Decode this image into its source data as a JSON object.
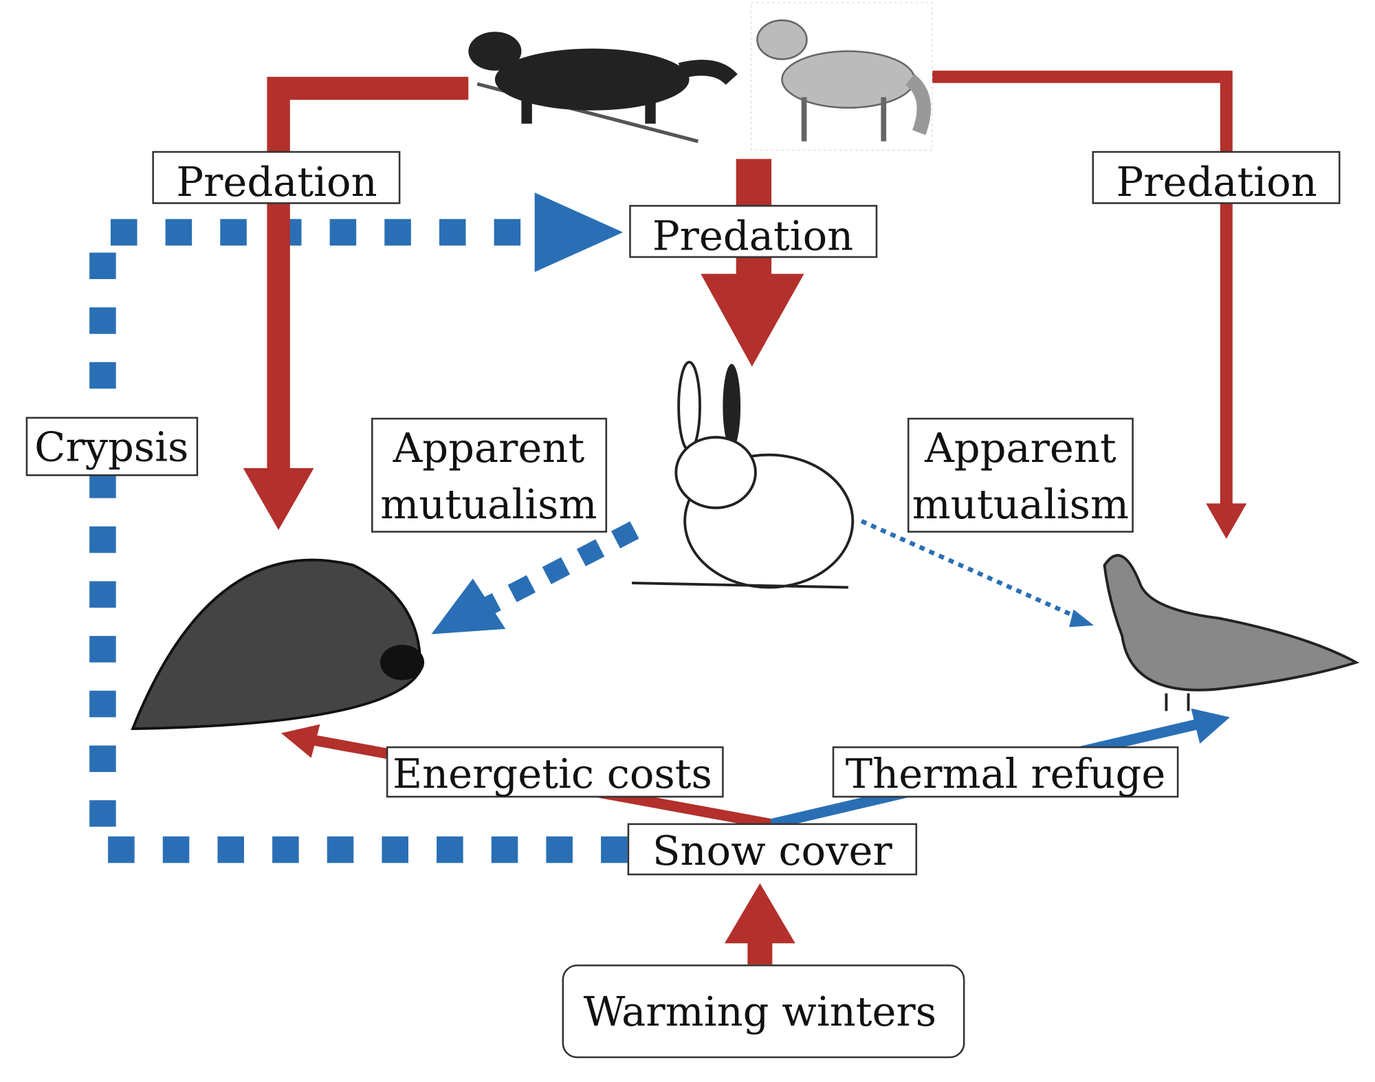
{
  "colors": {
    "negative": "#b3302c",
    "positive": "#2a6fb5"
  },
  "animals": [
    "fisher",
    "coyote",
    "snowshoe-hare",
    "porcupine",
    "ruffed-grouse"
  ],
  "labels": {
    "predation_left": "Predation",
    "predation_center": "Predation",
    "predation_right": "Predation",
    "crypsis": "Crypsis",
    "apparent_mutualism_left": [
      "Apparent",
      "mutualism"
    ],
    "apparent_mutualism_right": [
      "Apparent",
      "mutualism"
    ],
    "energetic_costs": "Energetic costs",
    "thermal_refuge": "Thermal refuge",
    "snow_cover": "Snow cover",
    "warming_winters": "Warming winters"
  }
}
